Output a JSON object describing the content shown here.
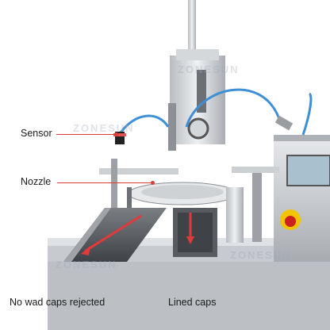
{
  "callouts": {
    "sensor": "Sensor",
    "nozzle": "Nozzle",
    "rejected": "No wad caps rejected",
    "lined": "Lined caps"
  },
  "watermark": "ZONESUN",
  "colors": {
    "callout": "#e03a3a",
    "tube": "#3d8fd6",
    "steel": "#c9ccd0",
    "background": "#ffffff"
  }
}
